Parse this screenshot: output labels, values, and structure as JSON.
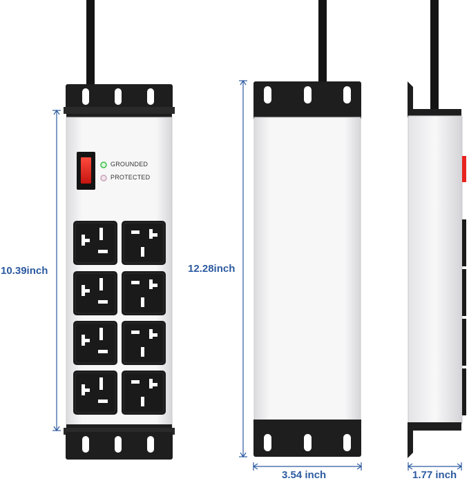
{
  "dimensions": {
    "front_height": "10.39inch",
    "back_height": "12.28inch",
    "width": "3.54 inch",
    "depth": "1.77 inch"
  },
  "indicators": {
    "grounded": "GROUNDED",
    "protected": "PROTECTED"
  },
  "colors": {
    "dimension": "#2c5aa0",
    "bracket": "#1e1e1e",
    "housing": "#f4f4f5",
    "outlet": "#1a1a1a",
    "switch": "#e8231f",
    "grounded_led": "#3fbf4a",
    "protected_led": "#c9a3b8"
  },
  "outlet_count": 8
}
